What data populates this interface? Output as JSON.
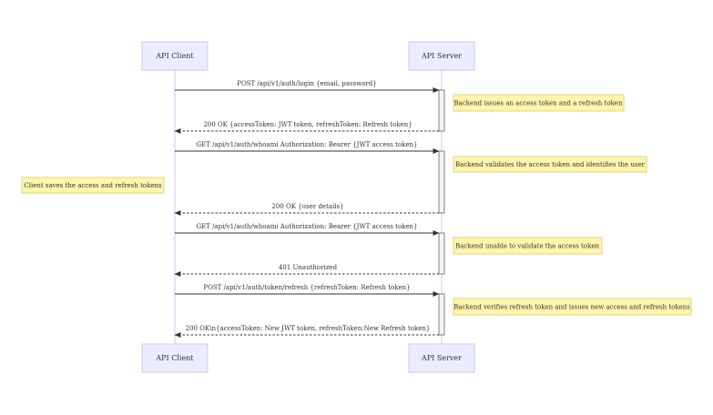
{
  "participants": {
    "client": "API Client",
    "server": "API Server"
  },
  "messages": [
    {
      "label": "POST /api/v1/auth/login {email, password}",
      "direction": "to-server",
      "style": "solid"
    },
    {
      "label": "200 OK {accessToken: JWT token, refreshToken: Refresh token}",
      "direction": "to-client",
      "style": "dashed"
    },
    {
      "label": "GET /api/v1/auth/whoami Authorization: Bearer {JWT access token}",
      "direction": "to-server",
      "style": "solid"
    },
    {
      "label": "200 OK {user details}",
      "direction": "to-client",
      "style": "dashed"
    },
    {
      "label": "GET /api/v1/auth/whoami Authorization: Bearer {JWT access token}",
      "direction": "to-server",
      "style": "solid"
    },
    {
      "label": "401 Unauthorized",
      "direction": "to-client",
      "style": "dashed"
    },
    {
      "label": "POST /api/v1/auth/token/refresh {refreshToken: Refresh token}",
      "direction": "to-server",
      "style": "solid"
    },
    {
      "label": "200 OK\\n{accessToken: New JWT token, refreshToken:New Refresh token}",
      "direction": "to-client",
      "style": "dashed"
    }
  ],
  "notes": {
    "issue_tokens": "Backend issues an access token and a refresh token",
    "validate_token": "Backend validates the access token and identifies the user",
    "client_saves": "Client saves the access and refresh tokens",
    "unable_validate": "Backend unable to validate the access token",
    "verify_refresh": "Backend verifies refresh token and issues new access and refresh tokens"
  },
  "colors": {
    "actor_fill": "#ECECFF",
    "note_fill": "#fff5ad",
    "line": "#333333"
  }
}
